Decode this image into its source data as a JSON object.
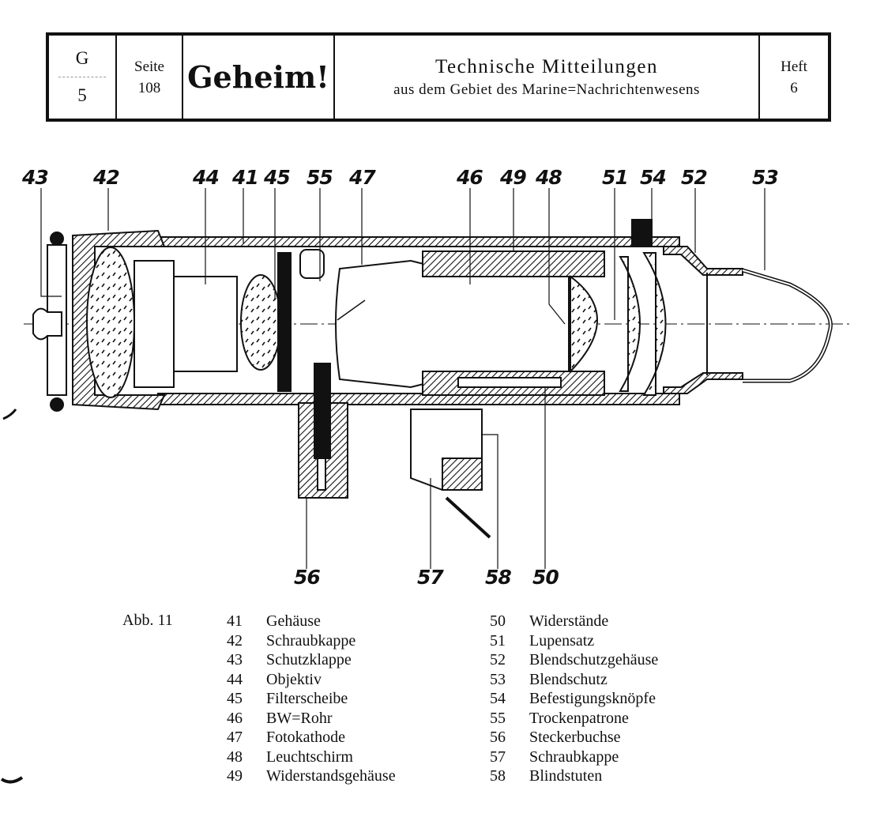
{
  "header": {
    "group_letter": "G",
    "group_number": "5",
    "page_label": "Seite",
    "page_number": "108",
    "classification": "Geheim!",
    "title": "Technische Mitteilungen",
    "subtitle": "aus dem Gebiet des Marine=Nachrichtenwesens",
    "issue_label": "Heft",
    "issue_number": "6"
  },
  "drawing": {
    "subject": "cross-section of optical instrument (BW-Rohr image converter device)",
    "top_callouts": [
      "43",
      "42",
      "44",
      "41",
      "45",
      "55",
      "47",
      "46",
      "49",
      "48",
      "51",
      "54",
      "52",
      "53"
    ],
    "bottom_callouts": [
      "56",
      "57",
      "58",
      "50"
    ]
  },
  "figure_caption": "Abb. 11",
  "legend_left": [
    {
      "num": "41",
      "label": "Gehäuse"
    },
    {
      "num": "42",
      "label": "Schraubkappe"
    },
    {
      "num": "43",
      "label": "Schutzklappe"
    },
    {
      "num": "44",
      "label": "Objektiv"
    },
    {
      "num": "45",
      "label": "Filterscheibe"
    },
    {
      "num": "46",
      "label": "BW=Rohr"
    },
    {
      "num": "47",
      "label": "Fotokathode"
    },
    {
      "num": "48",
      "label": "Leuchtschirm"
    },
    {
      "num": "49",
      "label": "Widerstandsgehäuse"
    }
  ],
  "legend_right": [
    {
      "num": "50",
      "label": "Widerstände"
    },
    {
      "num": "51",
      "label": "Lupensatz"
    },
    {
      "num": "52",
      "label": "Blendschutzgehäuse"
    },
    {
      "num": "53",
      "label": "Blendschutz"
    },
    {
      "num": "54",
      "label": "Befestigungsknöpfe"
    },
    {
      "num": "55",
      "label": "Trockenpatrone"
    },
    {
      "num": "56",
      "label": "Steckerbuchse"
    },
    {
      "num": "57",
      "label": "Schraubkappe"
    },
    {
      "num": "58",
      "label": "Blindstuten"
    }
  ]
}
